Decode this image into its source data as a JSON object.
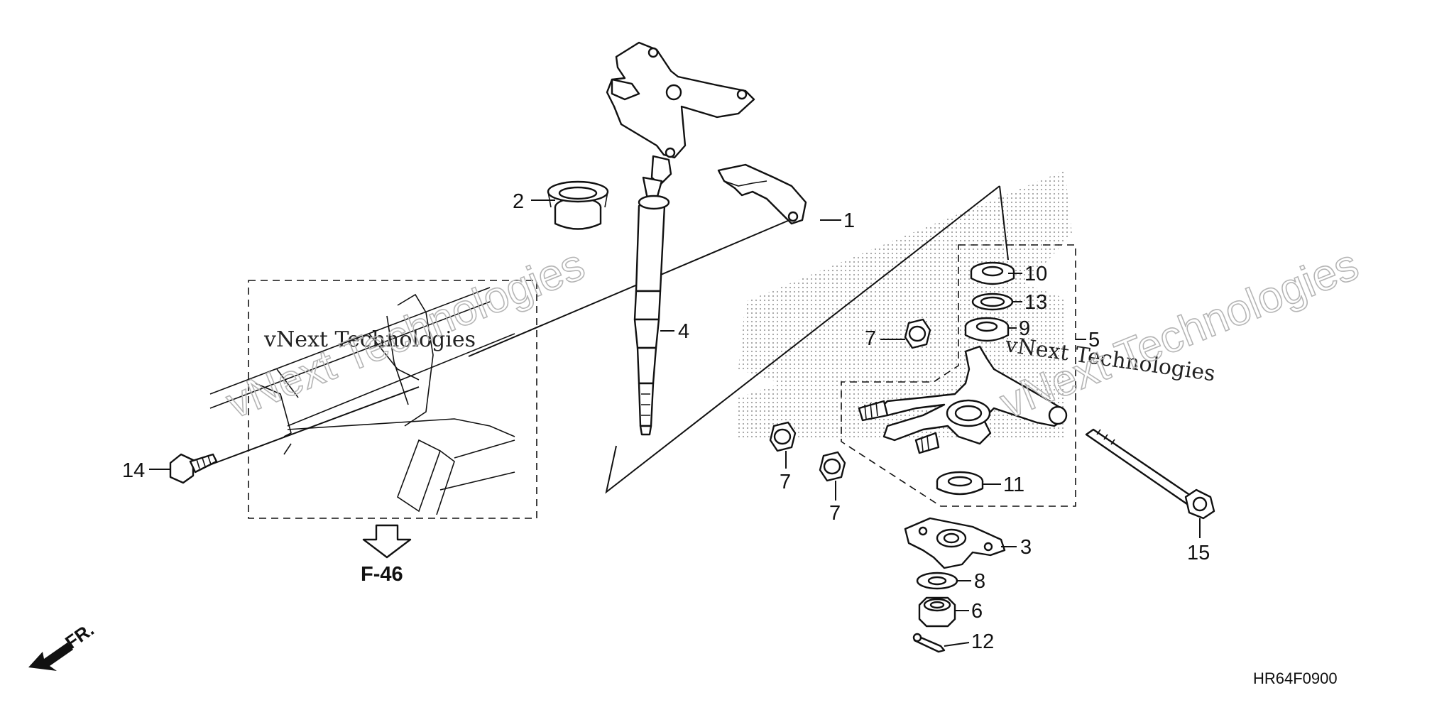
{
  "diagram": {
    "code": "HR64F0900",
    "front_label": "FR.",
    "reference_label": "F-46",
    "watermark": "vNext Technologies",
    "callouts": {
      "c1": "1",
      "c2": "2",
      "c3": "3",
      "c4": "4",
      "c5": "5",
      "c6": "6",
      "c7a": "7",
      "c7b": "7",
      "c7c": "7",
      "c8": "8",
      "c9": "9",
      "c10": "10",
      "c11": "11",
      "c12": "12",
      "c13": "13",
      "c14": "14",
      "c15": "15"
    }
  }
}
